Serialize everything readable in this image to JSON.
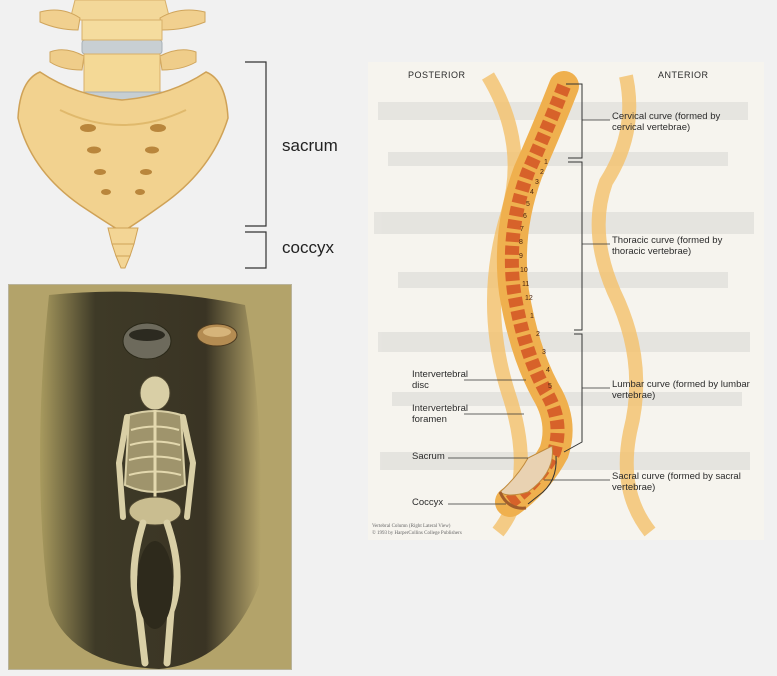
{
  "sacrum_figure": {
    "labels": {
      "sacrum": "sacrum",
      "coccyx": "coccyx"
    }
  },
  "spine_diagram": {
    "headers": {
      "posterior": "POSTERIOR",
      "anterior": "ANTERIOR"
    },
    "curve_labels": [
      "Cervical curve (formed by cervical vertebrae)",
      "Thoracic curve (formed by thoracic vertebrae)",
      "Lumbar curve (formed by lumbar vertebrae)",
      "Sacral curve (formed by sacral vertebrae)"
    ],
    "part_labels": [
      "Intervertebral disc",
      "Intervertebral foramen",
      "Sacrum",
      "Coccyx"
    ],
    "vertebra_numbers": [
      "1",
      "2",
      "3",
      "4",
      "5",
      "6",
      "7",
      "8",
      "9",
      "10",
      "11",
      "12",
      "1",
      "2",
      "3",
      "4",
      "5"
    ],
    "caption_line1": "Vertebral Column (Right Lateral View)",
    "caption_line2": "© 1993 by HarperCollins College Publishers"
  },
  "colors": {
    "bone": "#f1d18f",
    "bone_shadow": "#d6ad62",
    "disc": "#c9d2d6",
    "vertebra": "#d86a2b",
    "spine_band": "#f0b64a",
    "soil_dark": "#3b3422",
    "soil_light": "#9d8f5a"
  }
}
